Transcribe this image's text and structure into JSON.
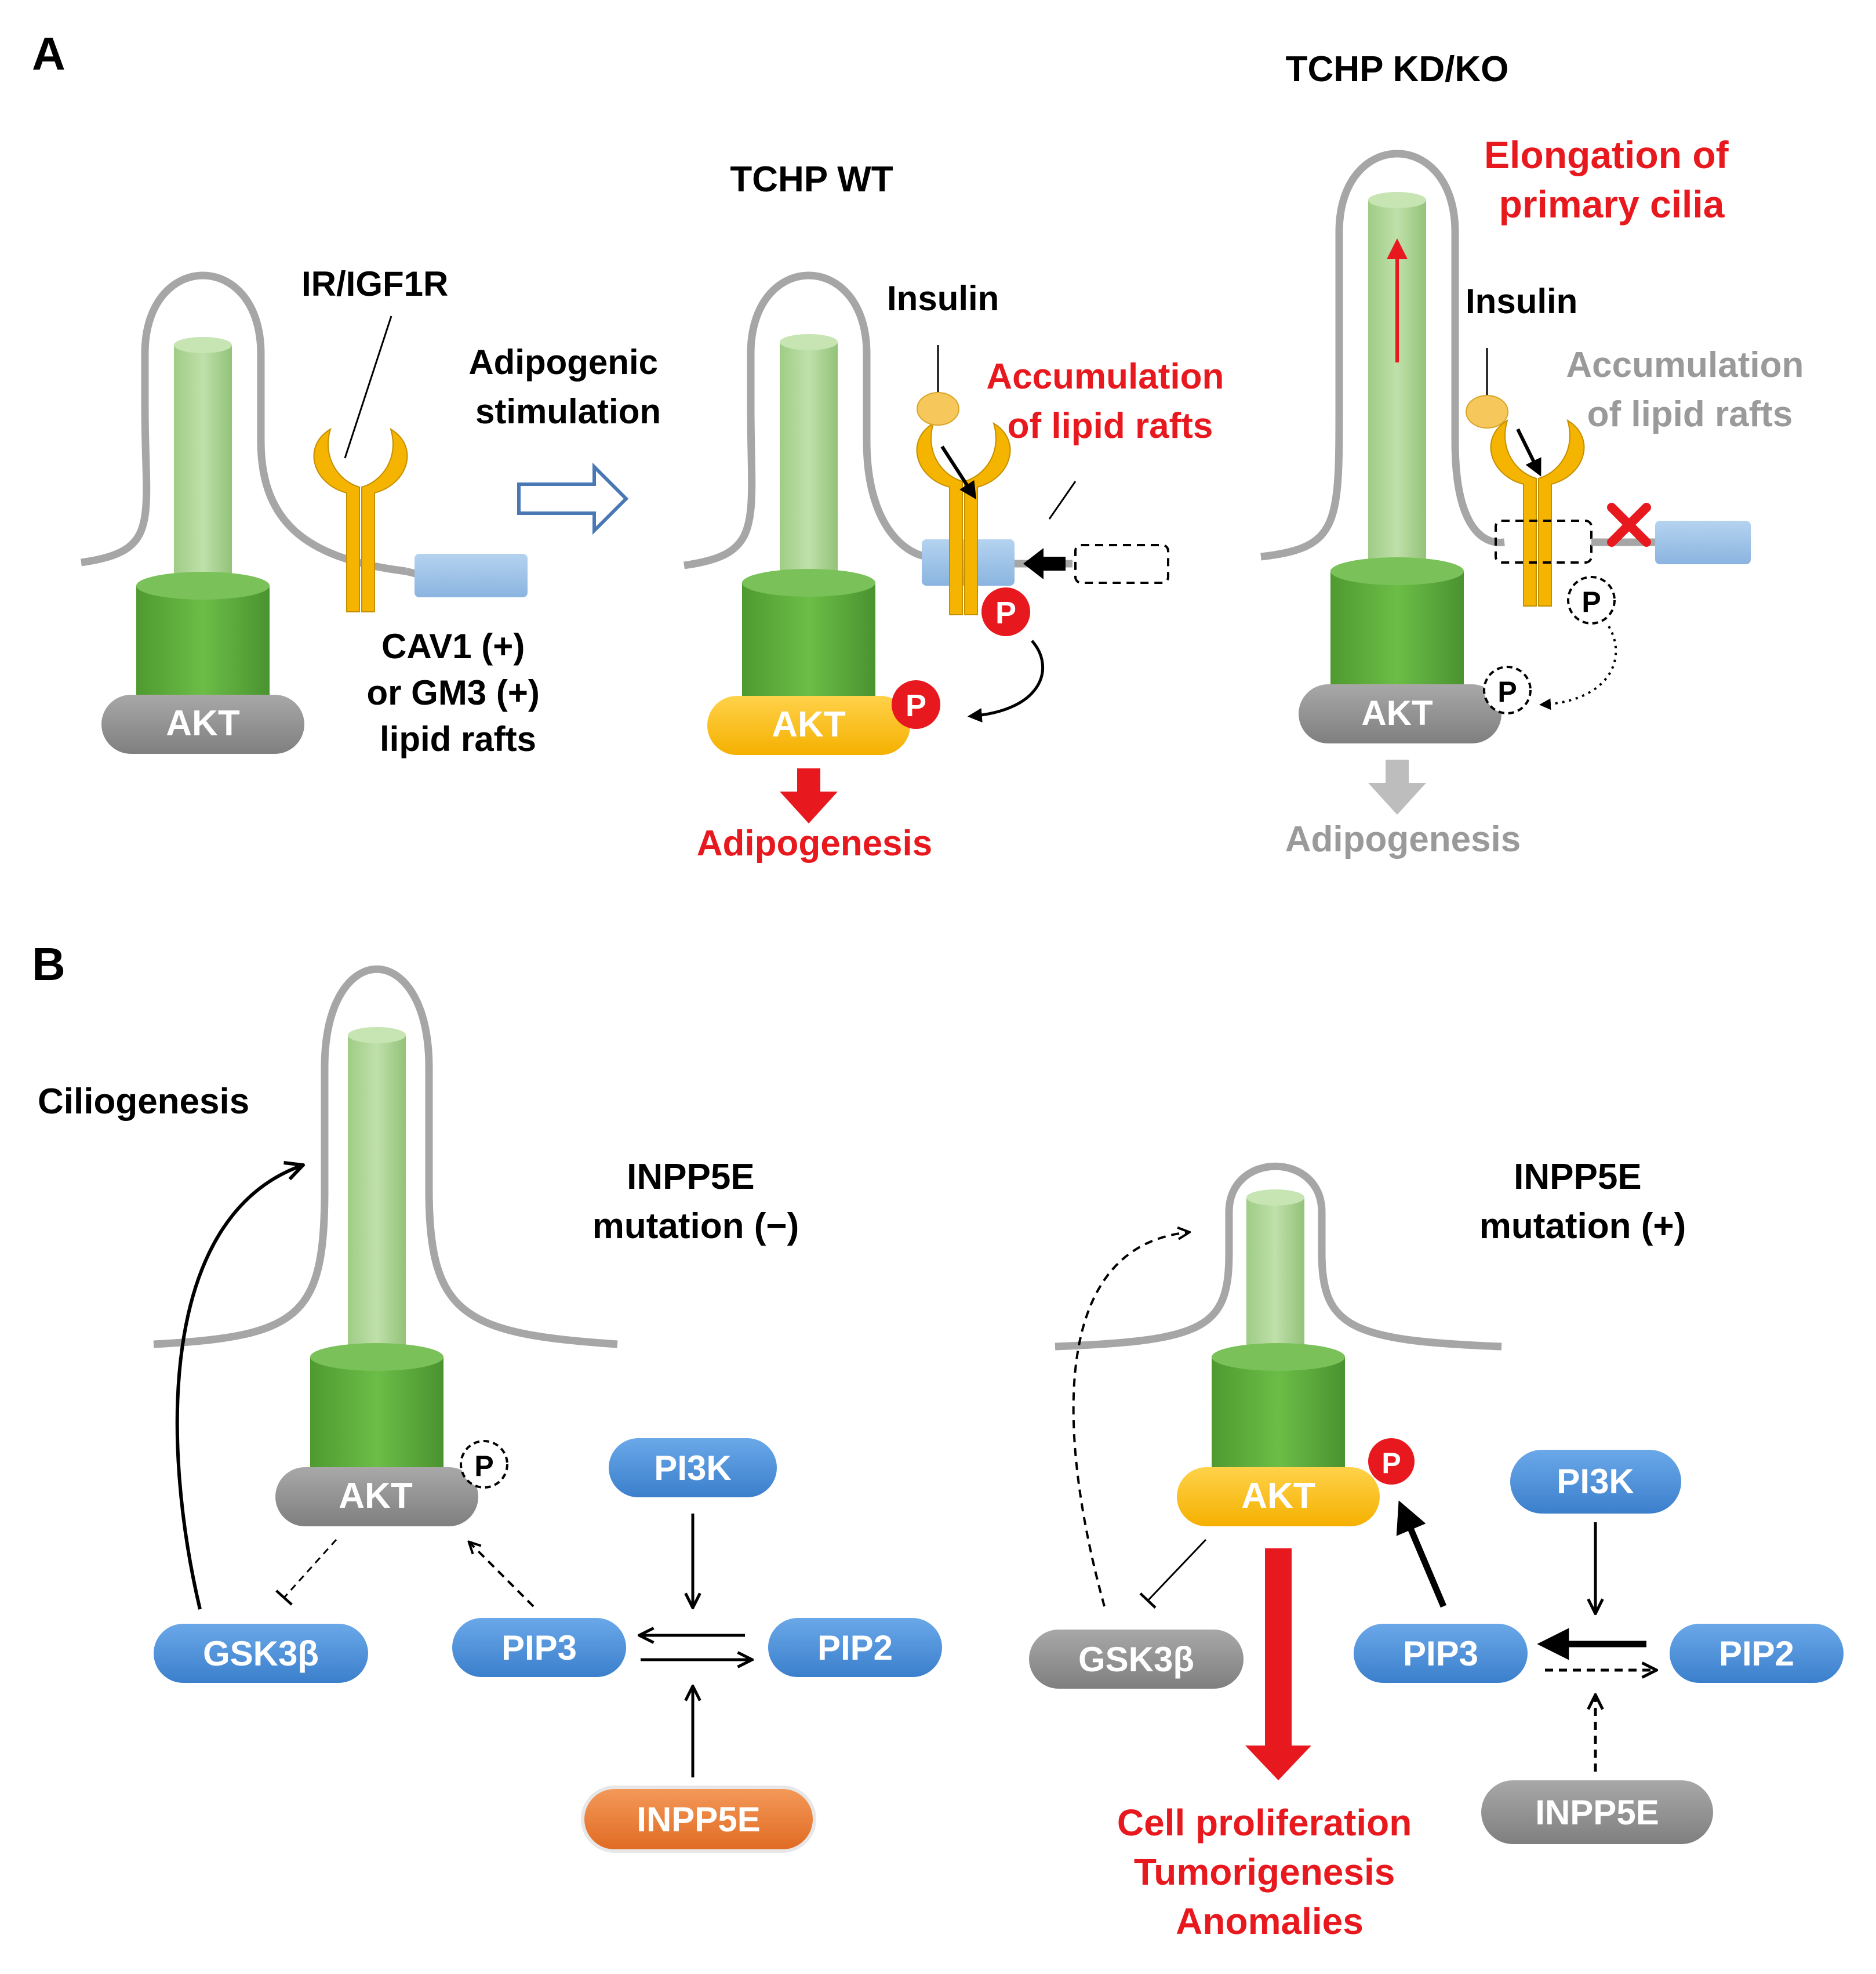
{
  "panel_a": {
    "label": "A",
    "left": {
      "receptor_label": "IR/IGF1R",
      "akt_label": "AKT",
      "raft_label_lines": [
        "CAV1 (+)",
        "or GM3 (+)",
        "lipid rafts"
      ]
    },
    "stimulus_lines": [
      "Adipogenic",
      "stimulation"
    ],
    "wt": {
      "title": "TCHP WT",
      "insulin_label": "Insulin",
      "accumulation_lines": [
        "Accumulation",
        "of lipid rafts"
      ],
      "p_label": "P",
      "akt_label": "AKT",
      "outcome": "Adipogenesis"
    },
    "ko": {
      "title": "TCHP KD/KO",
      "elongation_lines": [
        "Elongation of",
        "primary cilia"
      ],
      "insulin_label": "Insulin",
      "accumulation_lines": [
        "Accumulation",
        "of lipid rafts"
      ],
      "p_label": "P",
      "akt_label": "AKT",
      "outcome": "Adipogenesis"
    }
  },
  "panel_b": {
    "label": "B",
    "left": {
      "ciliogenesis": "Ciliogenesis",
      "condition_lines": [
        "INPP5E",
        "mutation (−)"
      ],
      "akt": "AKT",
      "p_label": "P",
      "pi3k": "PI3K",
      "pip3": "PIP3",
      "pip2": "PIP2",
      "gsk": "GSK3β",
      "inpp5e": "INPP5E"
    },
    "right": {
      "condition_lines": [
        "INPP5E",
        "mutation (+)"
      ],
      "akt": "AKT",
      "p_label": "P",
      "pi3k": "PI3K",
      "pip3": "PIP3",
      "pip2": "PIP2",
      "gsk": "GSK3β",
      "inpp5e": "INPP5E",
      "outcome_lines": [
        "Cell proliferation",
        "Tumorigenesis",
        "Anomalies"
      ]
    }
  },
  "colors": {
    "red": "#e8191e",
    "cilia_membrane": "#a6a6a6",
    "cilia_green": "#a9d18e",
    "basal_green": "#5ea83c",
    "akt_gray": "#8c8c8c",
    "akt_active": "#fcc00d",
    "receptor": "#f5b400",
    "raft_blue": "#9dc3e6",
    "pill_blue": "#4a90d9",
    "inpp5e_orange": "#ed7d31",
    "gray_text": "#9a9a9a"
  }
}
